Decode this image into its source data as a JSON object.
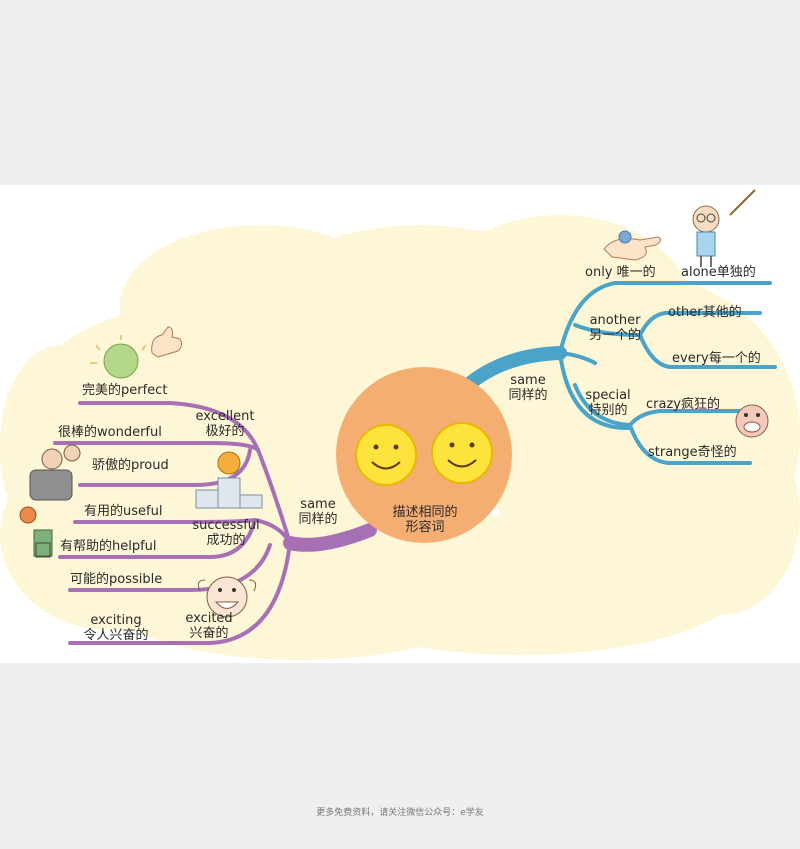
{
  "center": {
    "line1": "描述相同的",
    "line2": "形容词"
  },
  "right_branch": {
    "hub": {
      "en": "same",
      "zh": "同样的"
    },
    "nodes": {
      "only": "only 唯一的",
      "alone": "alone单独的",
      "another_en": "another",
      "another_zh": "另一个的",
      "other": "other其他的",
      "every": "every每一个的",
      "special_en": "special",
      "special_zh": "特别的",
      "crazy": "crazy疯狂的",
      "strange": "strange奇怪的"
    }
  },
  "left_branch": {
    "hub": {
      "en": "same",
      "zh": "同样的"
    },
    "nodes": {
      "perfect": "完美的perfect",
      "excellent_en": "excellent",
      "excellent_zh": "极好的",
      "wonderful": "很棒的wonderful",
      "proud": "骄傲的proud",
      "useful": "有用的useful",
      "successful_en": "successful",
      "successful_zh": "成功的",
      "helpful": "有帮助的helpful",
      "possible": "可能的possible",
      "exciting_en": "exciting",
      "exciting_zh": "令人兴奋的",
      "excited_en": "excited",
      "excited_zh": "兴奋的"
    }
  },
  "footer": "更多免费资料，请关注微信公众号：e学友",
  "colors": {
    "cloud": "#fdf7d7",
    "center_circle": "#f5ae72",
    "smiley": "#ffe33d",
    "right_lines": "#4aa3c8",
    "left_lines": "#a870b4"
  }
}
